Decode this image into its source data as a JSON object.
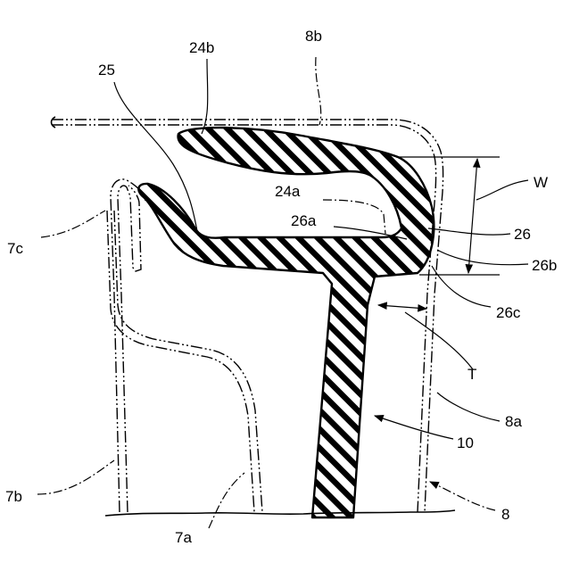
{
  "labels": {
    "l8": "8",
    "l8a": "8a",
    "l8b": "8b",
    "l10": "10",
    "l24a": "24a",
    "l24b": "24b",
    "l25": "25",
    "l26": "26",
    "l26a": "26a",
    "l26b": "26b",
    "l26c": "26c",
    "l7a": "7a",
    "l7b": "7b",
    "l7c": "7c",
    "lW": "W",
    "lT": "T"
  }
}
